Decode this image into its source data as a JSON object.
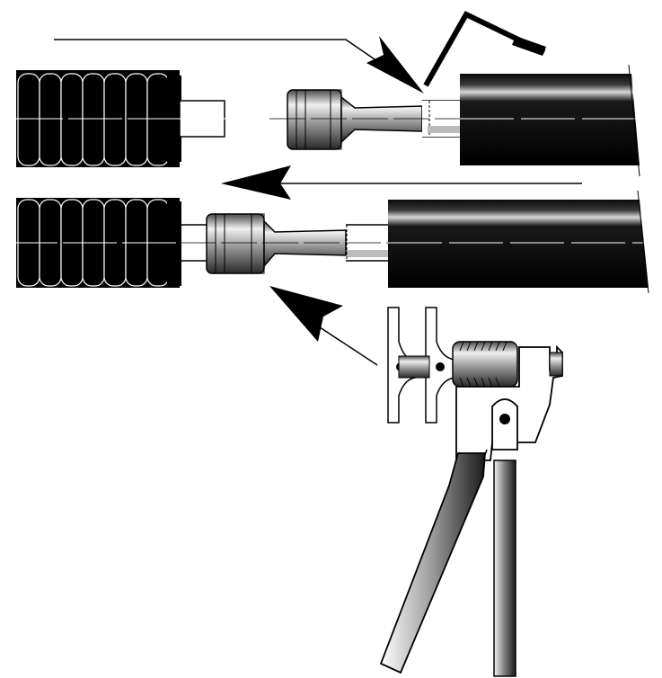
{
  "title": "",
  "colors": {
    "ink": "#000000",
    "paper": "#ffffff",
    "metal_dark": "#3a3a3a",
    "metal_mid": "#9a9a9a",
    "metal_light": "#e6e6e6",
    "pipe_highlight": "#cfcfcf"
  },
  "parts": {
    "corrugated_pipe": "corrugated-pipe",
    "sleeve_fitting": "sleeve-fitting",
    "plastic_pipe": "plastic-pipe",
    "press_tool": "press-tool"
  },
  "steps": [
    {
      "name": "step-insert-fitting",
      "arrow": "arrow-left"
    },
    {
      "name": "step-press-sleeve",
      "arrow": "arrow-up-left"
    }
  ]
}
